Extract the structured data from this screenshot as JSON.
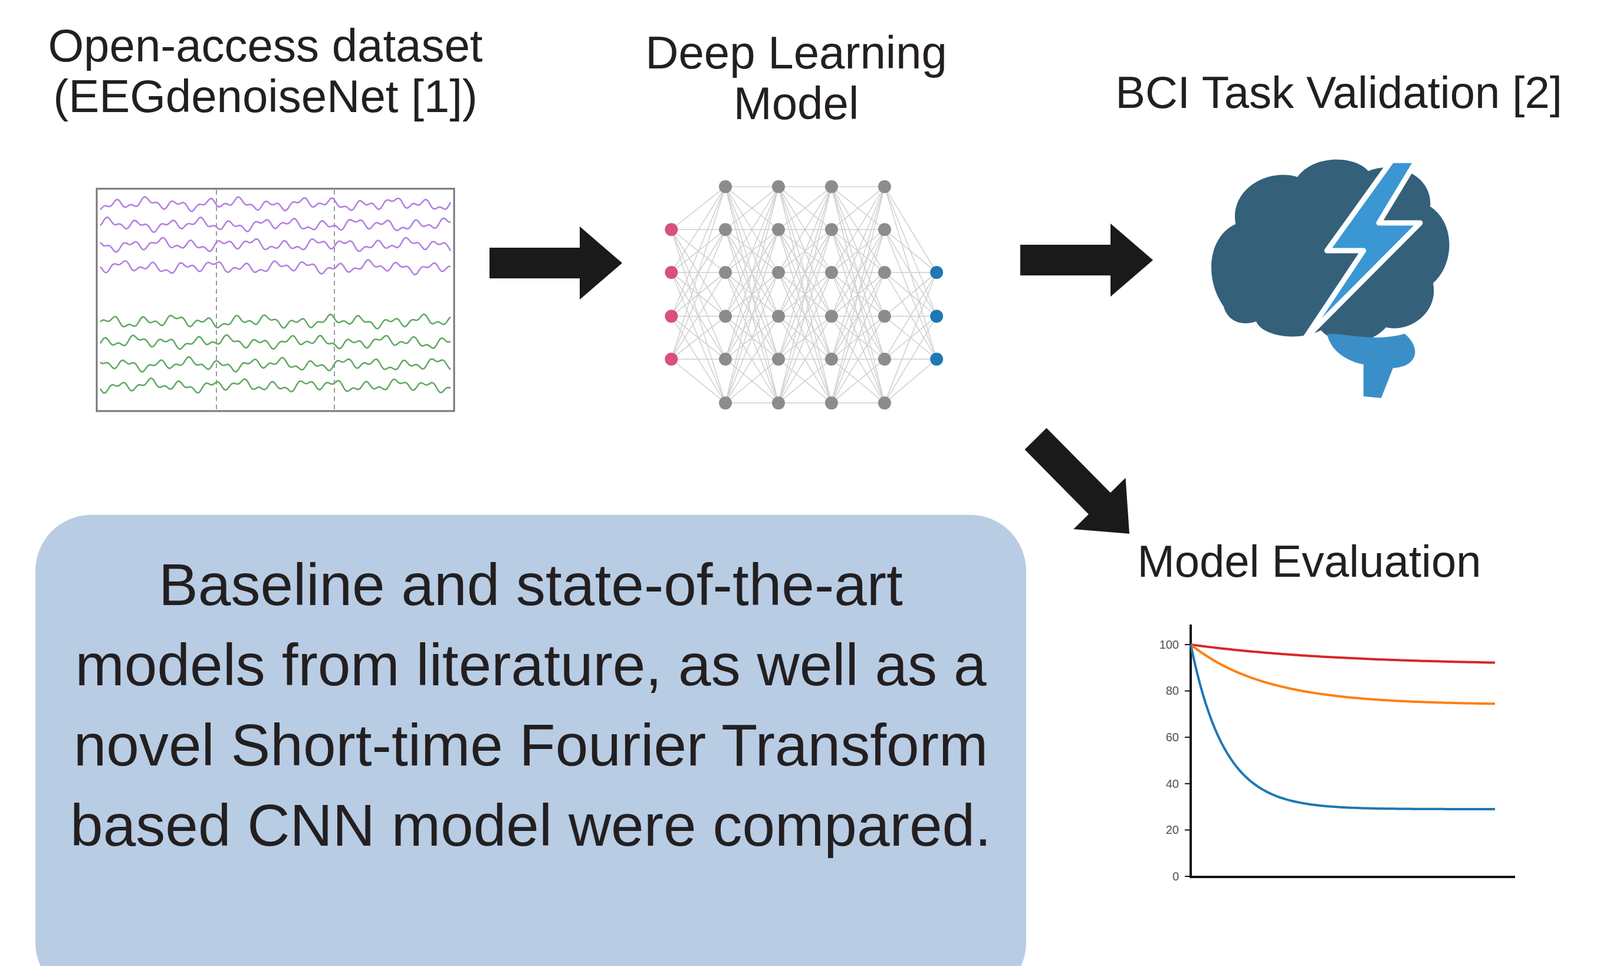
{
  "diagram": {
    "nodes": [
      {
        "text": [
          "Open-access dataset (EEGdenoiseNet [1])"
        ]
      },
      {
        "text": [
          "Deep Learning Model"
        ]
      },
      {
        "text": [
          "BCI Task Validation [2]"
        ]
      },
      {
        "text": [
          "Model Evaluation"
        ]
      },
      {
        "text": [
          "Baseline and state-of-the-art models from literature, as well as a novel Short-time Fourier Transform based CNN model were compared."
        ]
      }
    ],
    "edges": [
      {
        "from": 0,
        "to": 1,
        "arrow": "to"
      },
      {
        "from": 1,
        "to": 2,
        "arrow": "to"
      },
      {
        "from": 1,
        "to": 3,
        "arrow": "to"
      }
    ],
    "labels": [
      "100",
      "80",
      "60",
      "40",
      "20",
      "0"
    ]
  }
}
